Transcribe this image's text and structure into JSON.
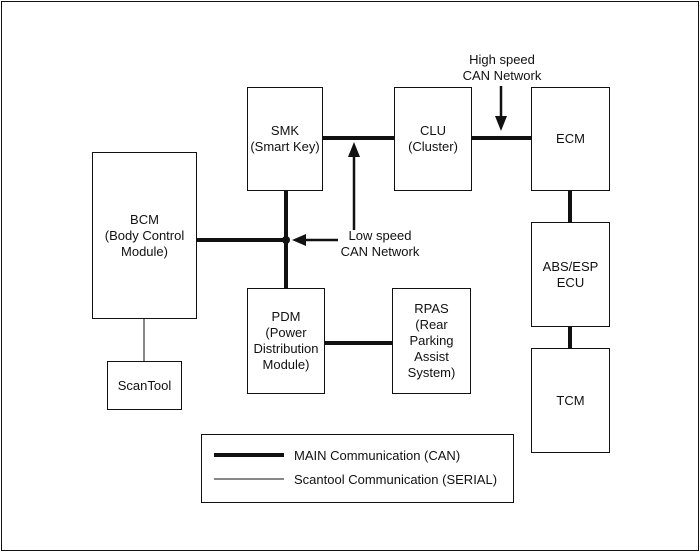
{
  "nodes": {
    "smk": [
      "SMK",
      "(Smart Key)"
    ],
    "clu": [
      "CLU",
      "(Cluster)"
    ],
    "ecm": [
      "ECM"
    ],
    "bcm": [
      "BCM",
      "(Body Control",
      "Module)"
    ],
    "abs": [
      "ABS/ESP",
      "ECU"
    ],
    "pdm": [
      "PDM",
      "(Power",
      "Distribution",
      "Module)"
    ],
    "rpas": [
      "RPAS",
      "(Rear",
      "Parking",
      "Assist",
      "System)"
    ],
    "tcm": [
      "TCM"
    ],
    "scantool": [
      "ScanTool"
    ]
  },
  "annotations": {
    "high_speed": [
      "High speed",
      "CAN Network"
    ],
    "low_speed": [
      "Low speed",
      "CAN Network"
    ]
  },
  "legend": {
    "main": "MAIN Communication (CAN)",
    "scantool": "Scantool Communication (SERIAL)"
  },
  "colors": {
    "line": "#111111",
    "background": "#ffffff"
  }
}
